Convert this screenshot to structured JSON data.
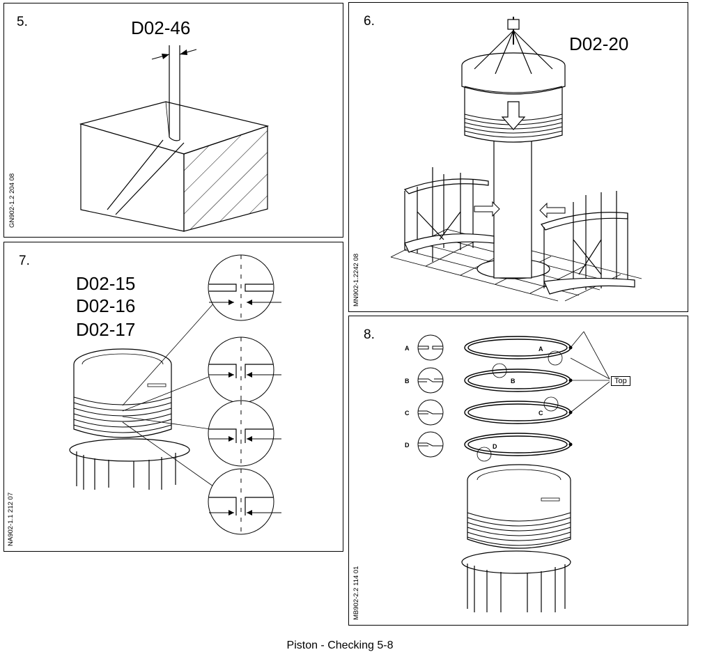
{
  "panels": {
    "p5": {
      "number": "5.",
      "ref": "D02-46",
      "code": "GN902-1.2 204 08"
    },
    "p6": {
      "number": "6.",
      "ref": "D02-20",
      "code": "MN902-1.2242 08"
    },
    "p7": {
      "number": "7.",
      "refs": [
        "D02-15",
        "D02-16",
        "D02-17"
      ],
      "code": "NA902-1.1 212 07"
    },
    "p8": {
      "number": "8.",
      "letters": [
        "A",
        "B",
        "C",
        "D"
      ],
      "top_label": "Top",
      "code": "MB902-2.2 114 01"
    }
  },
  "caption": "Piston - Checking 5-8"
}
